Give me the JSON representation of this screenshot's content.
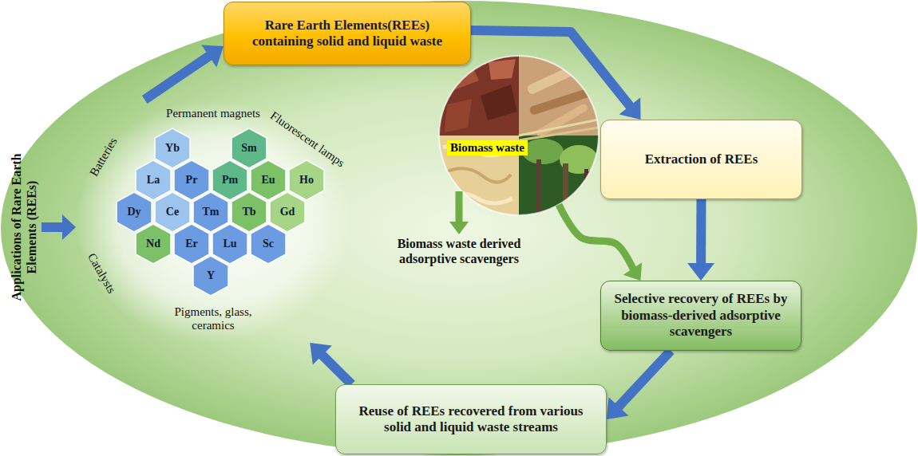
{
  "diagram": {
    "nodes": [
      {
        "text": [
          "Permanent magnets",
          "Batteries",
          "Fluorescent lamps",
          "Catalysts",
          "Pigments, glass, ceramics"
        ]
      },
      {
        "text": [
          "Yb"
        ],
        "in": 0
      },
      {
        "text": [
          "Sm"
        ],
        "in": 0
      },
      {
        "text": [
          "La"
        ],
        "in": 0
      },
      {
        "text": [
          "Pr"
        ],
        "in": 0
      },
      {
        "text": [
          "Pm"
        ],
        "in": 0
      },
      {
        "text": [
          "Eu"
        ],
        "in": 0
      },
      {
        "text": [
          "Ho"
        ],
        "in": 0
      },
      {
        "text": [
          "Dy"
        ],
        "in": 0
      },
      {
        "text": [
          "Ce"
        ],
        "in": 0
      },
      {
        "text": [
          "Tm"
        ],
        "in": 0
      },
      {
        "text": [
          "Tb"
        ],
        "in": 0
      },
      {
        "text": [
          "Gd"
        ],
        "in": 0
      },
      {
        "text": [
          "Nd"
        ],
        "in": 0
      },
      {
        "text": [
          "Er"
        ],
        "in": 0
      },
      {
        "text": [
          "Lu"
        ],
        "in": 0
      },
      {
        "text": [
          "Sc"
        ],
        "in": 0
      },
      {
        "text": [
          "Y"
        ],
        "in": 0
      },
      {
        "text": [
          "Rare Earth Elements(REEs) containing solid and liquid waste"
        ]
      },
      {
        "text": [
          "Extraction of REEs"
        ]
      },
      {
        "text": [
          "Biomass waste"
        ]
      },
      {
        "text": [
          "Selective recovery of REEs by biomass-derived adsorptive scavengers"
        ]
      },
      {
        "text": [
          "Reuse of REEs recovered from various solid and liquid waste streams"
        ]
      }
    ],
    "edges": [
      {
        "from": 0,
        "to": 18,
        "arrow": "to"
      },
      {
        "from": 18,
        "to": 19,
        "arrow": "to"
      },
      {
        "from": 19,
        "to": 21,
        "arrow": "to"
      },
      {
        "from": 21,
        "to": 22,
        "arrow": "to"
      },
      {
        "from": 22,
        "to": 0,
        "arrow": "to"
      },
      {
        "from": 20,
        "to": 21,
        "arrow": "to"
      }
    ],
    "labels": [
      "Applications of Rare Earth Elements (REEs)",
      "Biomass waste derived adsorptive scavengers"
    ]
  }
}
